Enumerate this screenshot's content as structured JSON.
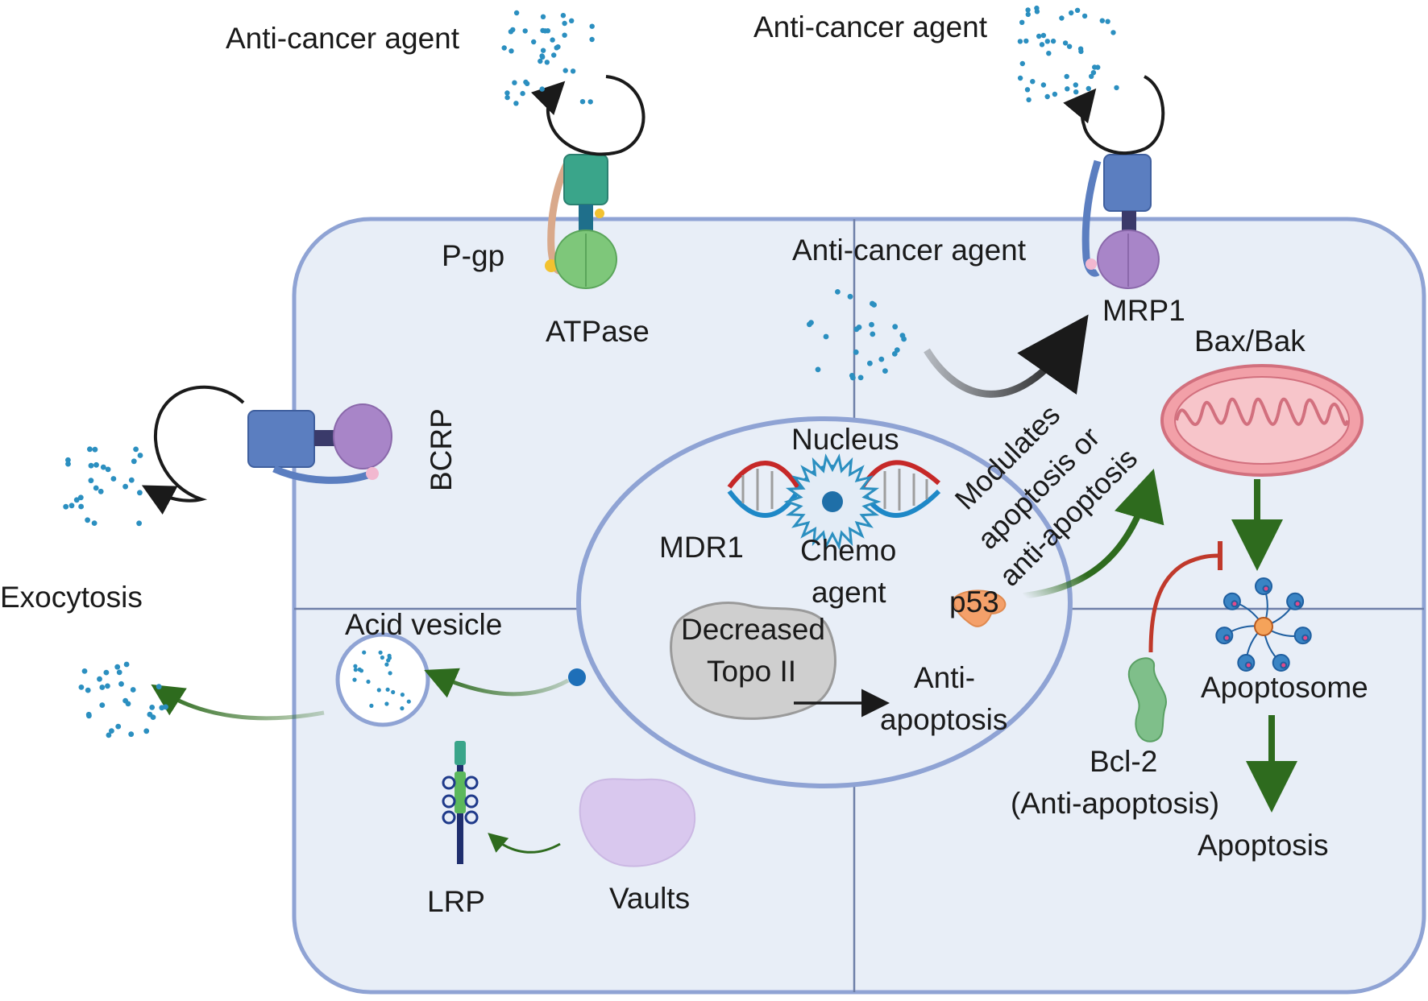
{
  "labels": {
    "anticancer_top_left": "Anti-cancer agent",
    "anticancer_top_right": "Anti-cancer agent",
    "anticancer_inside": "Anti-cancer agent",
    "pgp": "P-gp",
    "atpase": "ATPase",
    "mrp1": "MRP1",
    "bcrp": "BCRP",
    "bax_bak": "Bax/Bak",
    "exocytosis": "Exocytosis",
    "nucleus": "Nucleus",
    "mdr1": "MDR1",
    "chemo_line1": "Chemo",
    "chemo_line2": "agent",
    "modulates_line1": "Modulates",
    "modulates_line2": "apoptosis or",
    "modulates_line3": "anti-apoptosis",
    "p53": "p53",
    "acid_vesicle": "Acid vesicle",
    "decreased_line1": "Decreased",
    "decreased_line2": "Topo II",
    "anti_apoptosis_line1": "Anti-",
    "anti_apoptosis_line2": "apoptosis",
    "apoptosome": "Apoptosome",
    "bcl2_line1": "Bcl-2",
    "bcl2_line2": "(Anti-apoptosis)",
    "apoptosis": "Apoptosis",
    "lrp": "LRP",
    "vaults": "Vaults"
  },
  "colors": {
    "cell_fill": "#e8eef7",
    "cell_stroke": "#8fa3d4",
    "drug_dots": "#2b8fc0",
    "green_arrow": "#2e6b1e",
    "inhibit_red": "#c0392b",
    "dna_red": "#c62828",
    "dna_blue": "#1e88c7",
    "mito_pink": "#f2a0a8",
    "pgp_teal": "#3aa58a",
    "pgp_green": "#7ec77a",
    "transporter_blue": "#5b7ec0",
    "transporter_purple": "#a885c8"
  }
}
